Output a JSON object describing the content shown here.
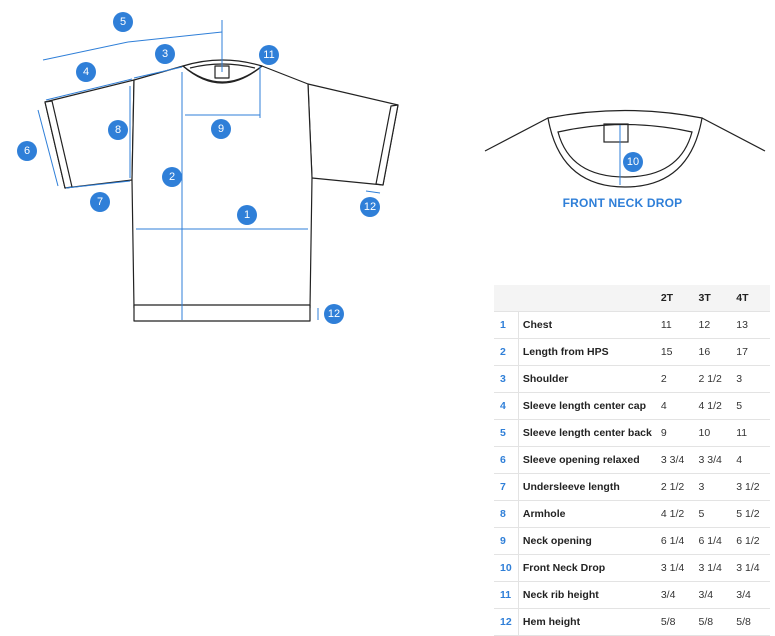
{
  "diagram": {
    "badges": [
      "1",
      "2",
      "3",
      "4",
      "5",
      "6",
      "7",
      "8",
      "9",
      "10",
      "11",
      "12",
      "12"
    ],
    "neck_badge": "10",
    "neck_caption": "FRONT NECK DROP",
    "accent_color": "#2f7fd8"
  },
  "table": {
    "columns": [
      "2T",
      "3T",
      "4T"
    ],
    "rows": [
      {
        "n": "1",
        "name": "Chest",
        "v": [
          "11",
          "12",
          "13"
        ]
      },
      {
        "n": "2",
        "name": "Length from HPS",
        "v": [
          "15",
          "16",
          "17"
        ]
      },
      {
        "n": "3",
        "name": "Shoulder",
        "v": [
          "2",
          "2 1/2",
          "3"
        ]
      },
      {
        "n": "4",
        "name": "Sleeve length center cap",
        "v": [
          "4",
          "4 1/2",
          "5"
        ]
      },
      {
        "n": "5",
        "name": "Sleeve length center back",
        "v": [
          "9",
          "10",
          "11"
        ]
      },
      {
        "n": "6",
        "name": "Sleeve opening relaxed",
        "v": [
          "3 3/4",
          "3 3/4",
          "4"
        ]
      },
      {
        "n": "7",
        "name": "Undersleeve length",
        "v": [
          "2 1/2",
          "3",
          "3 1/2"
        ]
      },
      {
        "n": "8",
        "name": "Armhole",
        "v": [
          "4 1/2",
          "5",
          "5 1/2"
        ]
      },
      {
        "n": "9",
        "name": "Neck opening",
        "v": [
          "6 1/4",
          "6 1/4",
          "6 1/2"
        ]
      },
      {
        "n": "10",
        "name": "Front Neck Drop",
        "v": [
          "3 1/4",
          "3 1/4",
          "3 1/4"
        ]
      },
      {
        "n": "11",
        "name": "Neck rib height",
        "v": [
          "3/4",
          "3/4",
          "3/4"
        ]
      },
      {
        "n": "12",
        "name": "Hem height",
        "v": [
          "5/8",
          "5/8",
          "5/8"
        ]
      }
    ]
  }
}
